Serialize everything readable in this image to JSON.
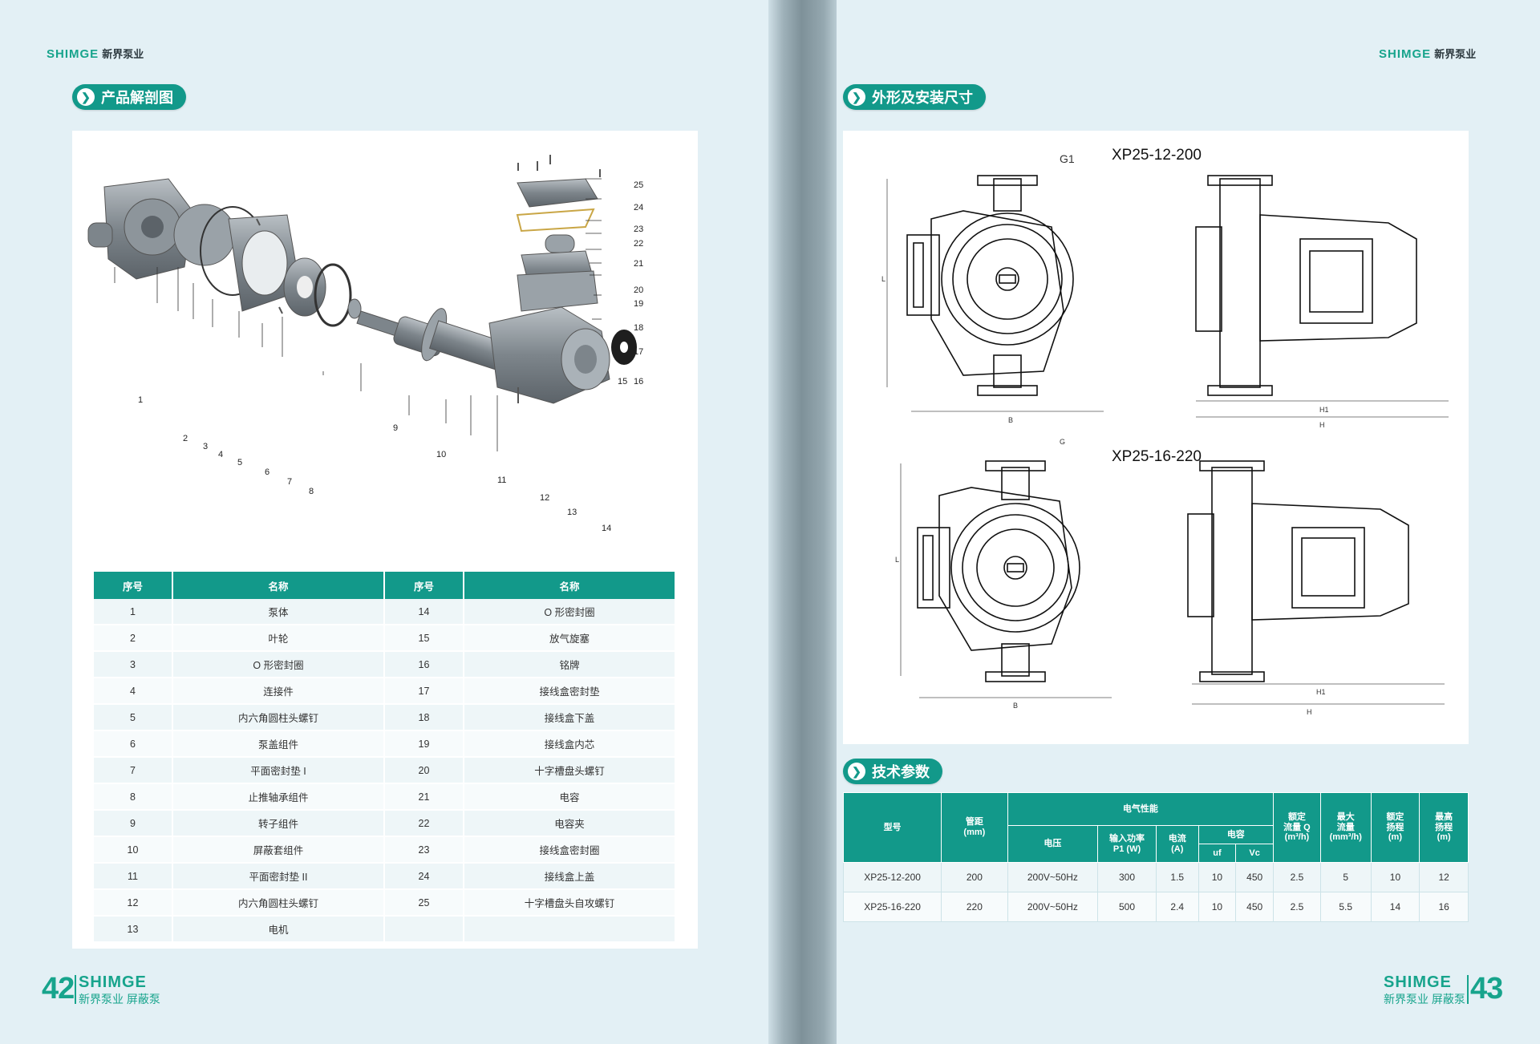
{
  "left": {
    "brand": "SHIMGE",
    "brand_cn": "新界泵业",
    "section_title": "产品解剖图",
    "callouts": [
      "1",
      "2",
      "3",
      "4",
      "5",
      "6",
      "7",
      "8",
      "9",
      "10",
      "11",
      "12",
      "13",
      "14",
      "15",
      "16",
      "17",
      "18",
      "19",
      "20",
      "21",
      "22",
      "23",
      "24",
      "25"
    ],
    "table_headers": [
      "序号",
      "名称",
      "序号",
      "名称"
    ],
    "parts": [
      [
        "1",
        "泵体",
        "14",
        "O 形密封圈"
      ],
      [
        "2",
        "叶轮",
        "15",
        "放气旋塞"
      ],
      [
        "3",
        "O 形密封圈",
        "16",
        "铭牌"
      ],
      [
        "4",
        "连接件",
        "17",
        "接线盒密封垫"
      ],
      [
        "5",
        "内六角圆柱头螺钉",
        "18",
        "接线盒下盖"
      ],
      [
        "6",
        "泵盖组件",
        "19",
        "接线盒内芯"
      ],
      [
        "7",
        "平面密封垫 I",
        "20",
        "十字槽盘头螺钉"
      ],
      [
        "8",
        "止推轴承组件",
        "21",
        "电容"
      ],
      [
        "9",
        "转子组件",
        "22",
        "电容夹"
      ],
      [
        "10",
        "屏蔽套组件",
        "23",
        "接线盒密封圈"
      ],
      [
        "11",
        "平面密封垫 II",
        "24",
        "接线盒上盖"
      ],
      [
        "12",
        "内六角圆柱头螺钉",
        "25",
        "十字槽盘头自攻螺钉"
      ],
      [
        "13",
        "电机",
        "",
        ""
      ]
    ],
    "page_number": "42",
    "footer_brand": "SHIMGE",
    "footer_sub": "新界泵业 屏蔽泵"
  },
  "right": {
    "brand": "SHIMGE",
    "brand_cn": "新界泵业",
    "section_title": "外形及安装尺寸",
    "models": [
      "XP25-12-200",
      "XP25-16-220"
    ],
    "dim_labels": {
      "g1": "G1",
      "g": "G",
      "l": "L",
      "b": "B",
      "h": "H",
      "h1": "H1"
    },
    "spec_title": "技术参数",
    "spec_headers": {
      "model": "型号",
      "pitch": "管距\n(mm)",
      "electrical": "电气性能",
      "voltage": "电压",
      "power": "输入功率\nP1 (W)",
      "current": "电流\n(A)",
      "capacitor": "电容",
      "uf": "uf",
      "vc": "Vc",
      "rated_flow": "额定\n流量 Q\n(m³/h)",
      "max_flow": "最大\n流量\n(mm³/h)",
      "rated_head": "额定\n扬程\n(m)",
      "max_head": "最高\n扬程\n(m)"
    },
    "spec_rows": [
      [
        "XP25-12-200",
        "200",
        "200V~50Hz",
        "300",
        "1.5",
        "10",
        "450",
        "2.5",
        "5",
        "10",
        "12"
      ],
      [
        "XP25-16-220",
        "220",
        "200V~50Hz",
        "500",
        "2.4",
        "10",
        "450",
        "2.5",
        "5.5",
        "14",
        "16"
      ]
    ],
    "page_number": "43",
    "footer_brand": "SHIMGE",
    "footer_sub": "新界泵业 屏蔽泵"
  },
  "colors": {
    "accent": "#12998a",
    "brand": "#17a48c",
    "page_bg": "#e3f0f5"
  },
  "icons": [
    "arrow-right-icon"
  ]
}
